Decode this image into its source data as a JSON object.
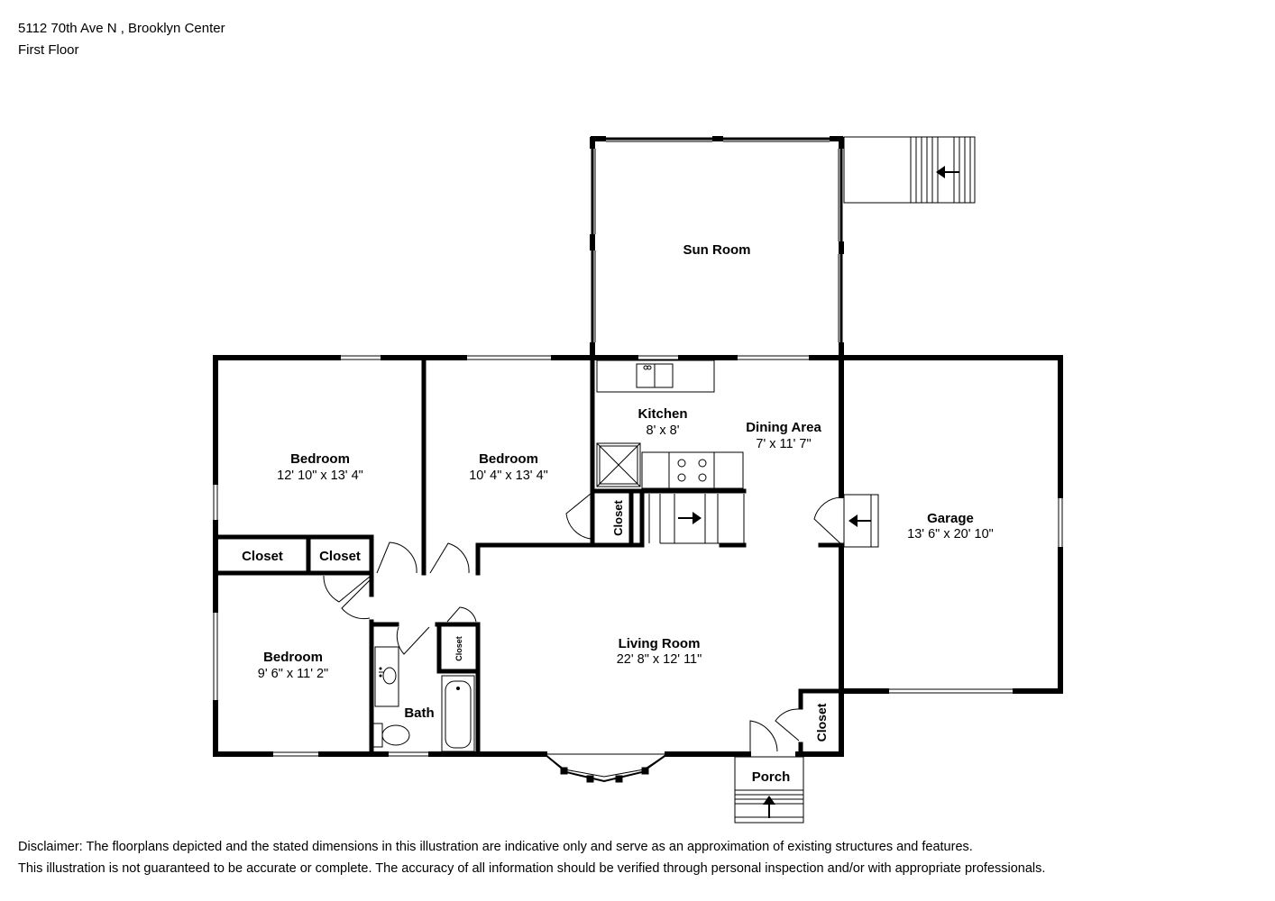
{
  "header": {
    "address": "5112 70th Ave N , Brooklyn Center",
    "floor": "First Floor"
  },
  "rooms": {
    "sun_room": {
      "name": "Sun Room"
    },
    "kitchen": {
      "name": "Kitchen",
      "dims": "8' x 8'"
    },
    "dining": {
      "name": "Dining Area",
      "dims": "7' x 11' 7\""
    },
    "bedroom1": {
      "name": "Bedroom",
      "dims": "12' 10\" x 13' 4\""
    },
    "bedroom2": {
      "name": "Bedroom",
      "dims": "10' 4\" x 13' 4\""
    },
    "bedroom3": {
      "name": "Bedroom",
      "dims": "9' 6\" x 11' 2\""
    },
    "garage": {
      "name": "Garage",
      "dims": "13' 6\" x 20' 10\""
    },
    "living": {
      "name": "Living Room",
      "dims": "22' 8\" x 12' 11\""
    },
    "bath": {
      "name": "Bath"
    },
    "porch": {
      "name": "Porch"
    },
    "closet1": {
      "name": "Closet"
    },
    "closet2": {
      "name": "Closet"
    },
    "closet_kitchen": {
      "name": "Closet"
    },
    "closet_bath": {
      "name": "Closet"
    },
    "closet_entry": {
      "name": "Closet"
    }
  },
  "disclaimer": {
    "line1": "Disclaimer: The floorplans depicted and the stated dimensions in this illustration are indicative only and serve as an approximation of existing structures and features.",
    "line2": "This illustration is not guaranteed to be accurate or complete. The accuracy of all information should be verified through personal inspection and/or with appropriate professionals."
  },
  "colors": {
    "wall": "#000000",
    "background": "#ffffff"
  }
}
